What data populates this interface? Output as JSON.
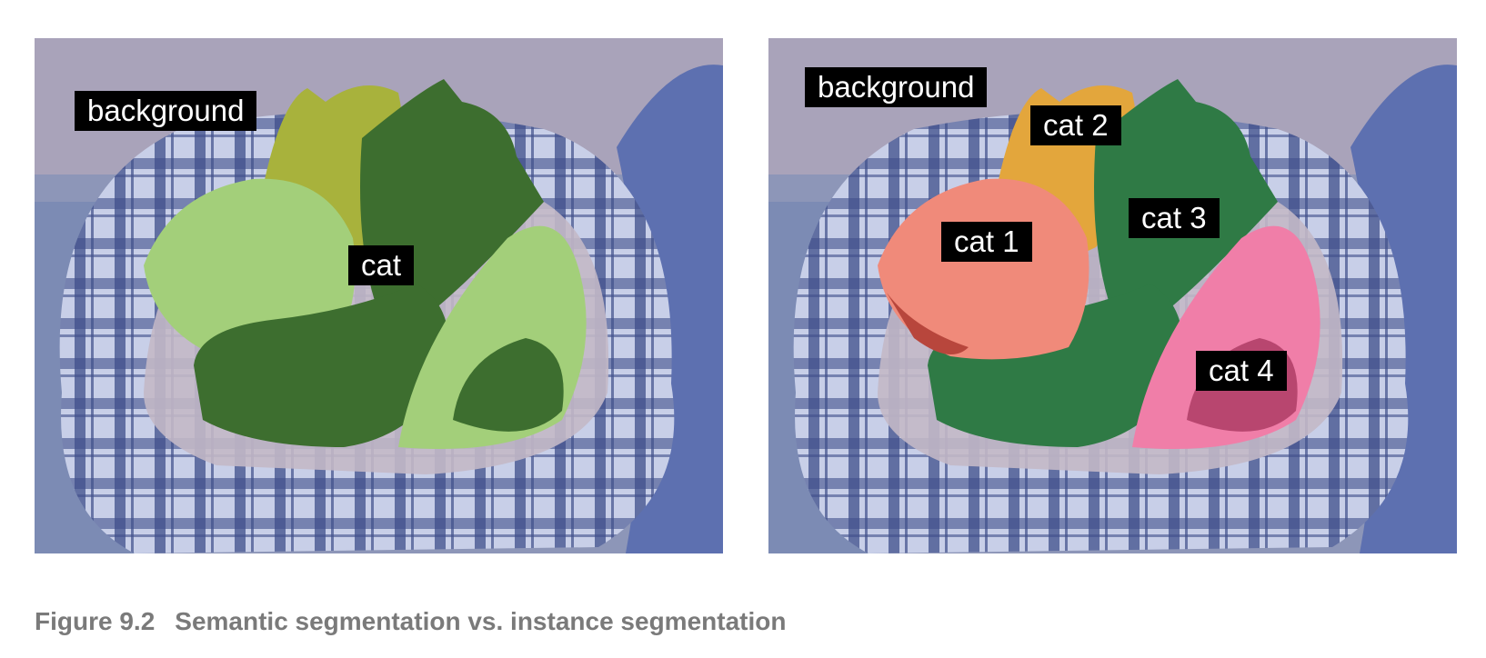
{
  "semantic_panel": {
    "labels": [
      "background",
      "cat"
    ],
    "colors": {
      "background_tint": "#6a7fb5",
      "cat_light": "#a3cf7a",
      "cat_dark": "#3d6e2f",
      "cat_orange_tint": "#a8b23c"
    }
  },
  "instance_panel": {
    "labels": [
      "background",
      "cat 2",
      "cat 3",
      "cat 1",
      "cat 4"
    ],
    "colors": {
      "background_tint": "#6a7fb5",
      "cat_1": "#f08a7a",
      "cat_2": "#e3a63c",
      "cat_3": "#2f7a45",
      "cat_4": "#f07ea8"
    }
  },
  "caption": {
    "number": "Figure 9.2",
    "text": "Semantic segmentation vs. instance segmentation"
  }
}
